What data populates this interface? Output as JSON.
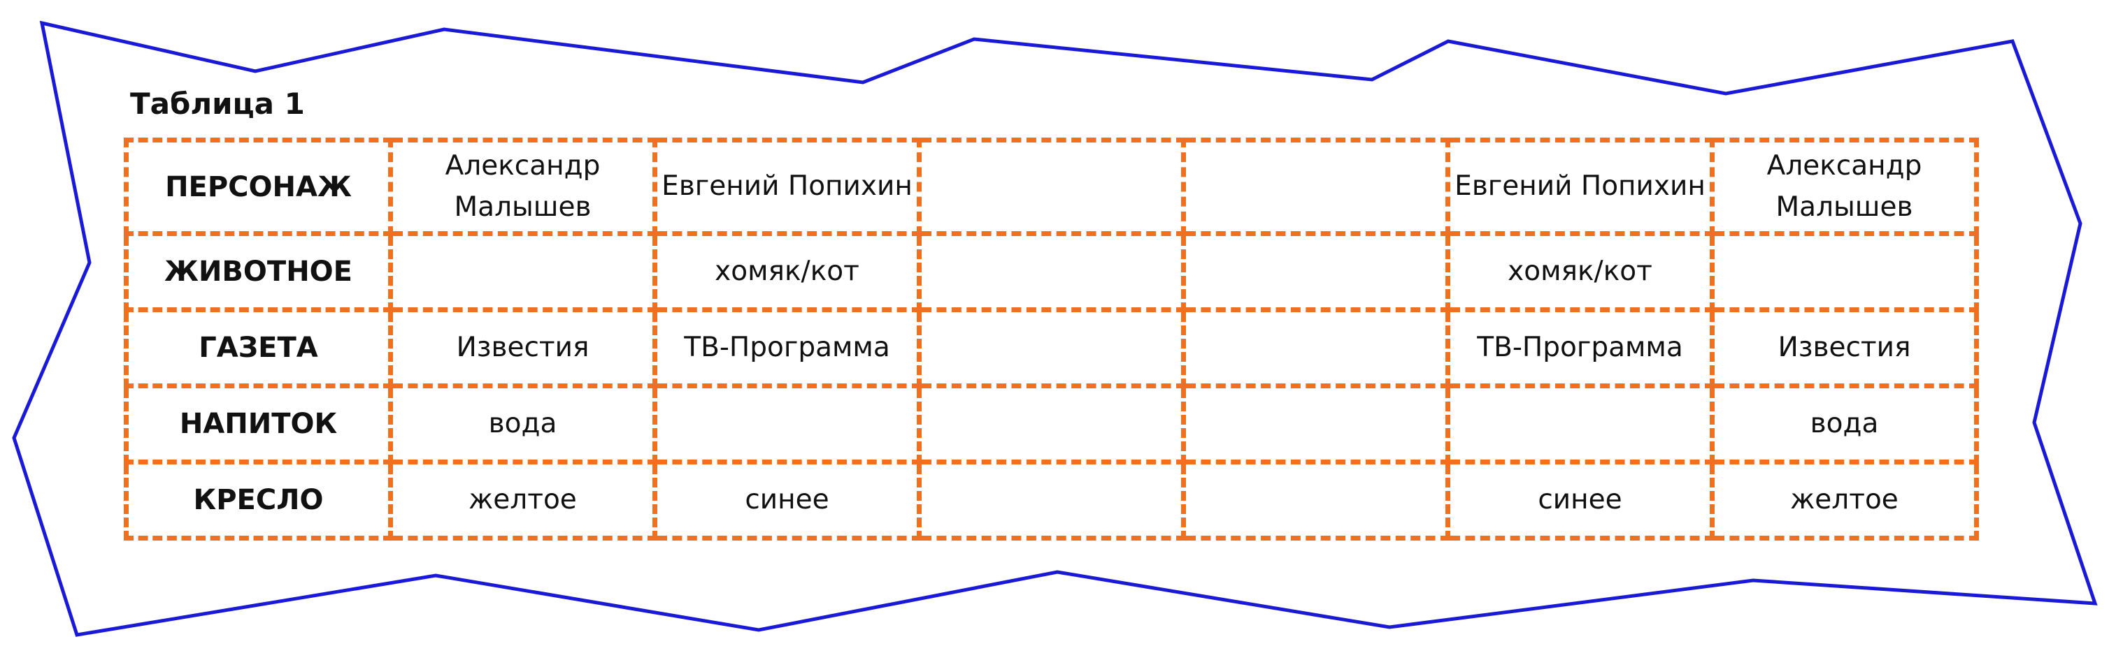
{
  "title": "Таблица 1",
  "rows": [
    {
      "header": "ПЕРСОНАЖ",
      "cells": [
        "Александр Малышев",
        "Евгений Попихин",
        "",
        "",
        "Евгений Попихин",
        "Александр Малышев"
      ]
    },
    {
      "header": "ЖИВОТНОЕ",
      "cells": [
        "",
        "хомяк/кот",
        "",
        "",
        "хомяк/кот",
        ""
      ]
    },
    {
      "header": "ГАЗЕТА",
      "cells": [
        "Известия",
        "ТВ-Программа",
        "",
        "",
        "ТВ-Программа",
        "Известия"
      ]
    },
    {
      "header": "НАПИТОК",
      "cells": [
        "вода",
        "",
        "",
        "",
        "",
        "вода"
      ]
    },
    {
      "header": "КРЕСЛО",
      "cells": [
        "желтое",
        "синее",
        "",
        "",
        "синее",
        "желтое"
      ]
    }
  ],
  "colors": {
    "frame_outline": "#1a1ad6",
    "table_border": "#f07020",
    "text": "#111111"
  }
}
